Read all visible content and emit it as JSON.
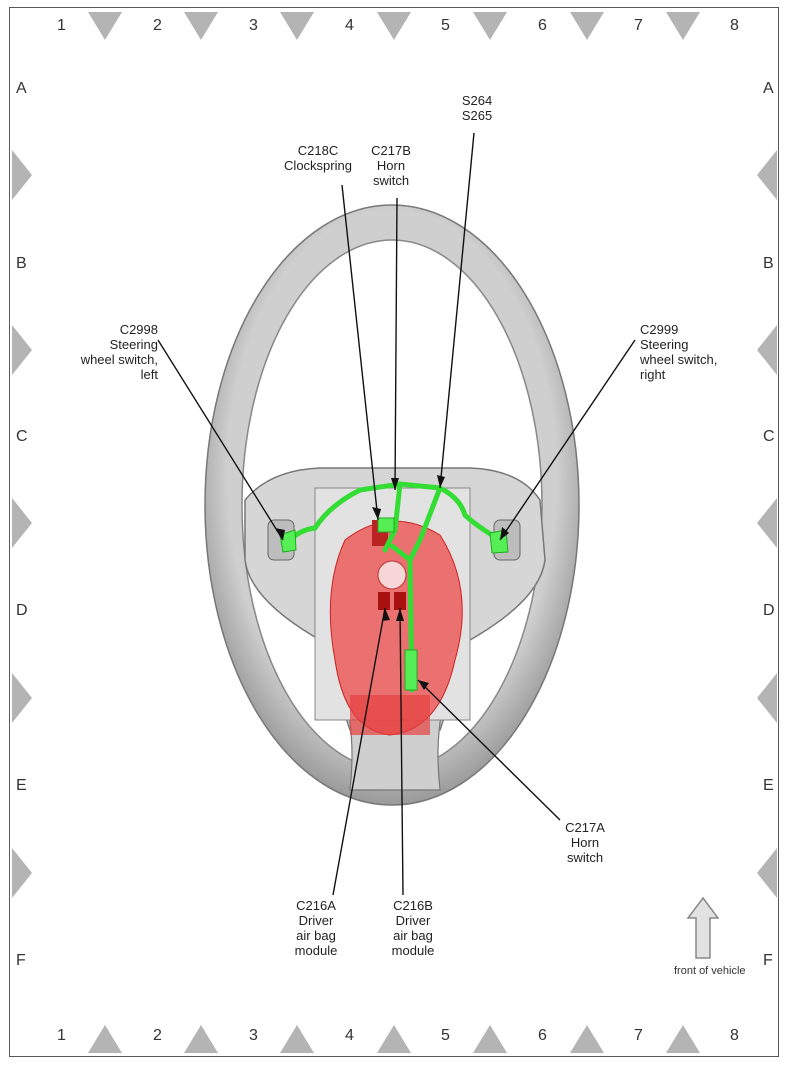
{
  "grid": {
    "columns": [
      "1",
      "2",
      "3",
      "4",
      "5",
      "6",
      "7",
      "8"
    ],
    "rows": [
      "A",
      "B",
      "C",
      "D",
      "E",
      "F"
    ]
  },
  "callouts": {
    "c2998": [
      "C2998",
      "Steering",
      "wheel switch,",
      "left"
    ],
    "c218c": [
      "C218C",
      "Clockspring"
    ],
    "c217b": [
      "C217B",
      "Horn",
      "switch"
    ],
    "s264": [
      "S264",
      "S265"
    ],
    "c2999": [
      "C2999",
      "Steering",
      "wheel switch,",
      "right"
    ],
    "c217a": [
      "C217A",
      "Horn",
      "switch"
    ],
    "c216a": [
      "C216A",
      "Driver",
      "air bag",
      "module"
    ],
    "c216b": [
      "C216B",
      "Driver",
      "air bag",
      "module"
    ]
  },
  "front_of_vehicle": "front of vehicle",
  "colors": {
    "harness": "#33dd33",
    "airbag": "#ee4444",
    "wheel": "#d4d4d4",
    "marker": "#b4b4b4"
  }
}
